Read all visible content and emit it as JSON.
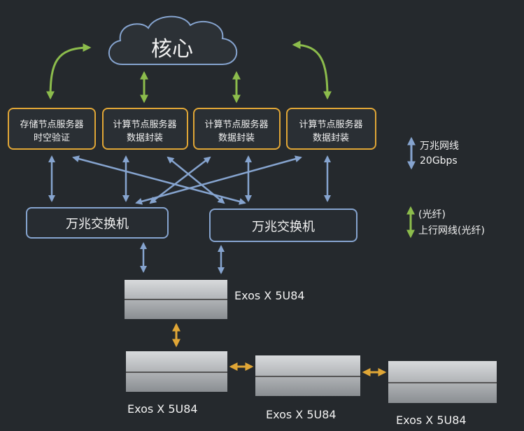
{
  "core": {
    "label": "核心"
  },
  "nodes": [
    {
      "line1": "存储节点服务器",
      "line2": "时空验证"
    },
    {
      "line1": "计算节点服务器",
      "line2": "数据封装"
    },
    {
      "line1": "计算节点服务器",
      "line2": "数据封装"
    },
    {
      "line1": "计算节点服务器",
      "line2": "数据封装"
    }
  ],
  "switches": [
    {
      "label": "万兆交换机"
    },
    {
      "label": "万兆交换机"
    }
  ],
  "storage": [
    {
      "label": "Exos X 5U84"
    },
    {
      "label": "Exos X 5U84"
    },
    {
      "label": "Exos X 5U84"
    },
    {
      "label": "Exos X 5U84"
    }
  ],
  "legend": {
    "blue_line1": "万兆网线",
    "blue_line2": "20Gbps",
    "green_line1": "(光纤)",
    "green_line2": "上行网线(光纤)"
  },
  "colors": {
    "blue": "#86a4cf",
    "green": "#8cbc4c",
    "orange": "#e0a636",
    "background": "#25292d"
  }
}
